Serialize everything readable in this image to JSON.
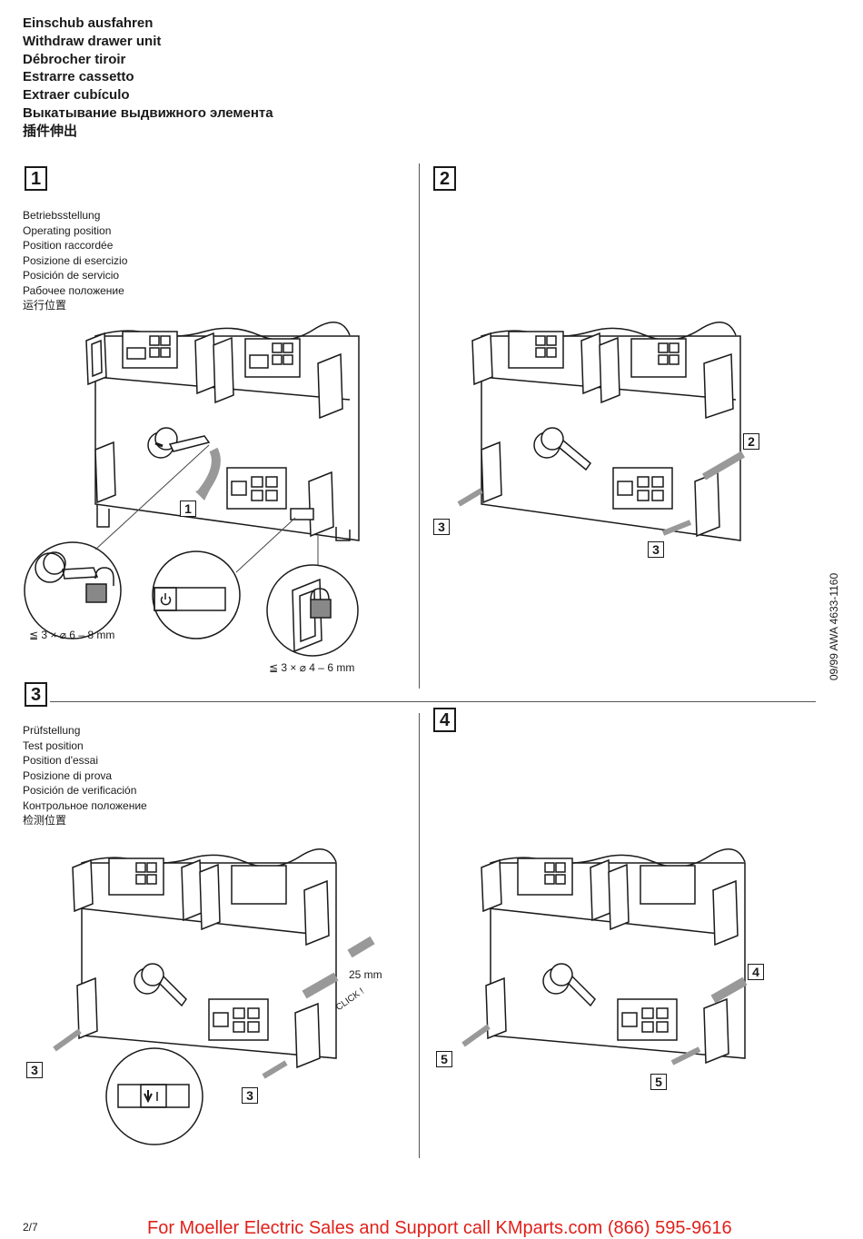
{
  "titles": [
    "Einschub ausfahren",
    "Withdraw drawer unit",
    "Débrocher tiroir",
    "Estrarre cassetto",
    "Extraer cubículo",
    "Выкатывание выдвижного элемента",
    "插件伸出"
  ],
  "steps": [
    "1",
    "2",
    "3",
    "4"
  ],
  "operating_position": [
    "Betriebsstellung",
    "Operating position",
    "Position raccordée",
    "Posizione di esercizio",
    "Posición de servicio",
    "Рабочее положение",
    "运行位置"
  ],
  "test_position": [
    "Prüfstellung",
    "Test position",
    "Position d'essai",
    "Posizione di prova",
    "Posición de verificación",
    "Контрольное положение",
    "检测位置"
  ],
  "callouts": {
    "p1": [
      "1"
    ],
    "p2": [
      "2",
      "3",
      "3"
    ],
    "p3": [
      "3",
      "3"
    ],
    "p4": [
      "4",
      "5",
      "5"
    ]
  },
  "dims": {
    "padlock_large": "≦ 3 × ⌀ 6 – 8 mm",
    "padlock_small": "≦ 3 × ⌀ 4 – 6 mm",
    "travel": "25 mm",
    "click": "CLICK !"
  },
  "doc_ref": "09/99 AWA 4633-1160",
  "page_number": "2/7",
  "footer": "For Moeller Electric Sales and Support call KMparts.com (866) 595-9616"
}
